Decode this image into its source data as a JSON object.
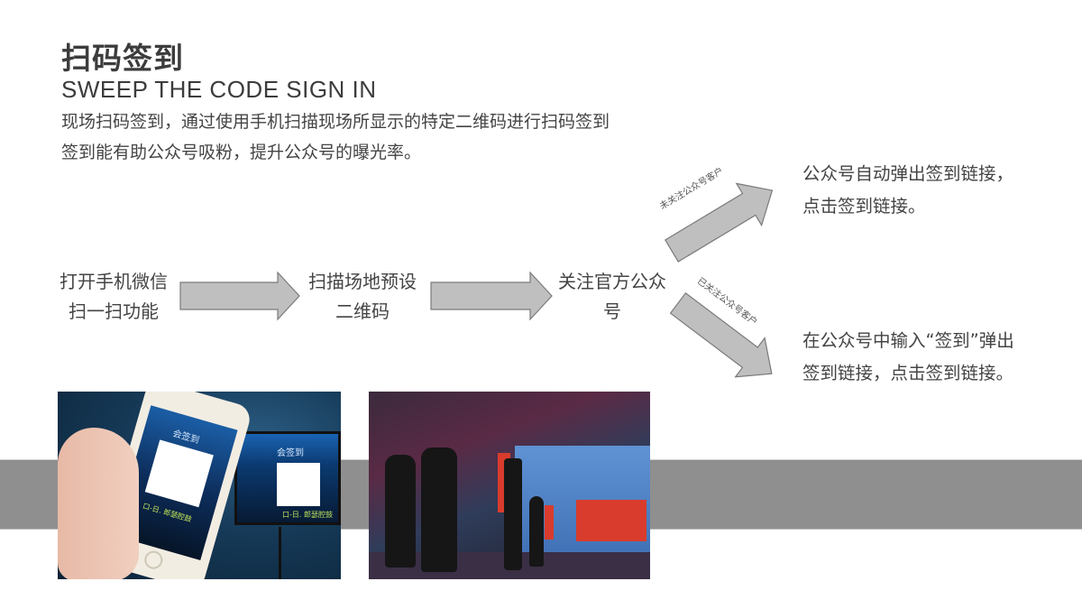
{
  "header": {
    "title_cn": "扫码签到",
    "title_en": "SWEEP THE CODE SIGN IN",
    "description": [
      "现场扫码签到，通过使用手机扫描现场所显示的特定二维码进行扫码签到",
      "签到能有助公众号吸粉，提升公众号的曝光率。"
    ]
  },
  "flow": {
    "steps": [
      {
        "line1": "打开手机微信",
        "line2": "扫一扫功能"
      },
      {
        "line1": "扫描场地预设",
        "line2": "二维码"
      },
      {
        "line1": "关注官方公众",
        "line2": "号"
      }
    ],
    "branches": [
      {
        "arrow_label": "未关注公众号客户",
        "result_line1": "公众号自动弹出签到链接，",
        "result_line2": "点击签到链接。"
      },
      {
        "arrow_label": "已关注公众号客户",
        "result_line1": "在公众号中输入“签到”弹出",
        "result_line2": "签到链接，点击签到链接。"
      }
    ]
  },
  "photos": {
    "phone_scan": {
      "phone_screen_title": "会签到",
      "phone_screen_code": "口-日. 郎瑟腔鼓",
      "monitor_title": "会签到",
      "monitor_code": "口-日. 郎瑟腔鼓"
    },
    "venue": {}
  },
  "colors": {
    "arrow_fill": "#bfbfbf",
    "arrow_stroke": "#7a7a7a",
    "band": "#8f8f8f",
    "text": "#444444"
  }
}
